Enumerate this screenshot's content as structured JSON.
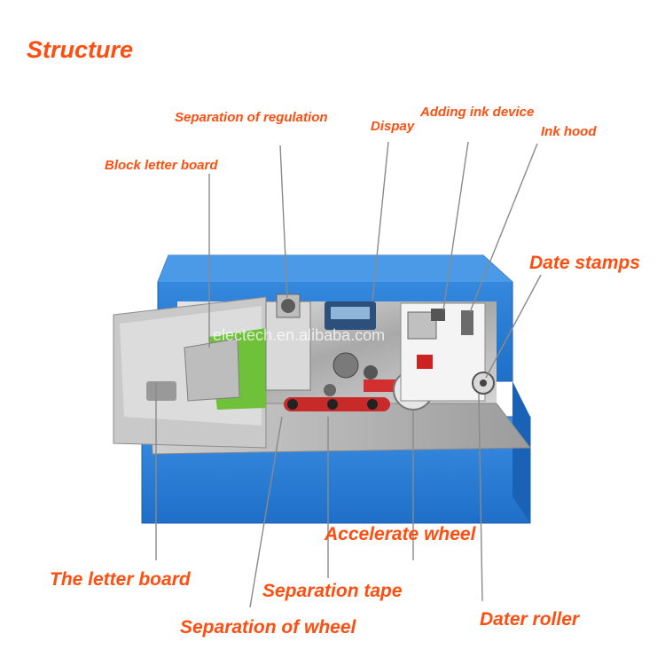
{
  "title": "Structure",
  "watermark": "electech.en.alibaba.com",
  "labels": {
    "separation_regulation": "Separation of regulation",
    "dispay": "Dispay",
    "adding_ink_device": "Adding ink device",
    "ink_hood": "Ink hood",
    "block_letter_board": "Block letter board",
    "date_stamps": "Date stamps",
    "accelerate_wheel": "Accelerate  wheel",
    "letter_board": "The letter board",
    "separation_tape": "Separation tape",
    "separation_wheel": "Separation of wheel",
    "dater_roller": "Dater roller"
  },
  "colors": {
    "label": "#ff4e0f",
    "machine_body": "#2b7fd6",
    "steel": "#b8b8b8",
    "leader": "#8a8a8a"
  }
}
